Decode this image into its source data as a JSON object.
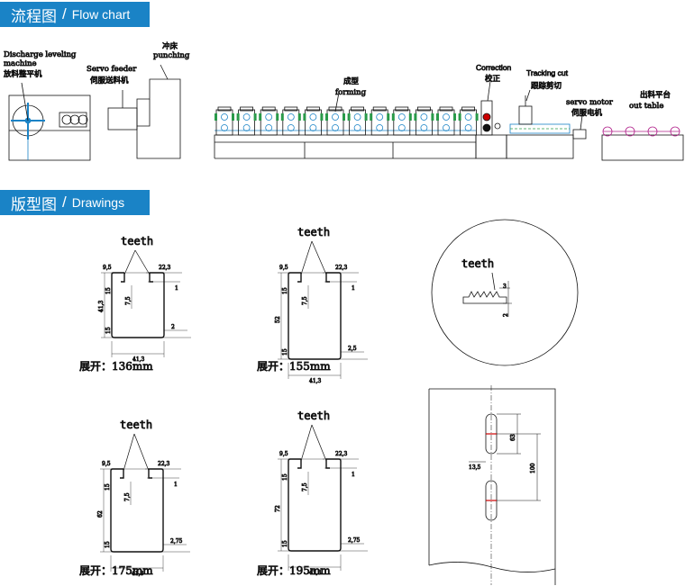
{
  "flow_header": {
    "cn": "流程图",
    "sep": "/",
    "en": "Flow chart"
  },
  "drawings_header": {
    "cn": "版型图",
    "sep": "/",
    "en": "Drawings"
  },
  "flow": {
    "decoiler": {
      "en1": "Discharge leveling",
      "en2": "machine",
      "cn": "放料整平机"
    },
    "feeder": {
      "en": "Servo feeder",
      "cn": "伺服送料机"
    },
    "punch": {
      "cn": "冲床",
      "en": "punching"
    },
    "forming": {
      "cn": "成型",
      "en": "forming"
    },
    "correction": {
      "en": "Correction",
      "cn": "校正"
    },
    "cut": {
      "en": "Tracking cut",
      "cn": "跟踪剪切"
    },
    "servo": {
      "en": "servo motor",
      "cn": "伺服电机"
    },
    "table": {
      "cn": "出料平台",
      "en": "out table"
    }
  },
  "teeth_label": "teeth",
  "profiles": [
    {
      "top_left": "9,5",
      "top_right": "22,3",
      "height": "41,3",
      "side1": "15",
      "side2": "15",
      "mid": "7,5",
      "lip": "1",
      "thick": "2",
      "width": "41,3",
      "unfold": "展开：136mm"
    },
    {
      "top_left": "9,5",
      "top_right": "22,3",
      "height": "52",
      "side1": "15",
      "side2": "15",
      "mid": "7,5",
      "lip": "1",
      "thick": "2,5",
      "width": "41,3",
      "unfold": "展开：155mm"
    },
    {
      "top_left": "9,5",
      "top_right": "22,3",
      "height": "62",
      "side1": "15",
      "side2": "15",
      "mid": "7,5",
      "lip": "1",
      "thick": "2,75",
      "width": "41,3",
      "unfold": "展开：175mm"
    },
    {
      "top_left": "9,5",
      "top_right": "22,3",
      "height": "72",
      "side1": "15",
      "side2": "15",
      "mid": "7,5",
      "lip": "1",
      "thick": "2,75",
      "width": "41,3",
      "unfold": "展开：195mm"
    }
  ],
  "teeth_detail": {
    "d1": "3",
    "d2": "2"
  },
  "slot_detail": {
    "d1": "63",
    "d2": "13,5",
    "d3": "100"
  }
}
